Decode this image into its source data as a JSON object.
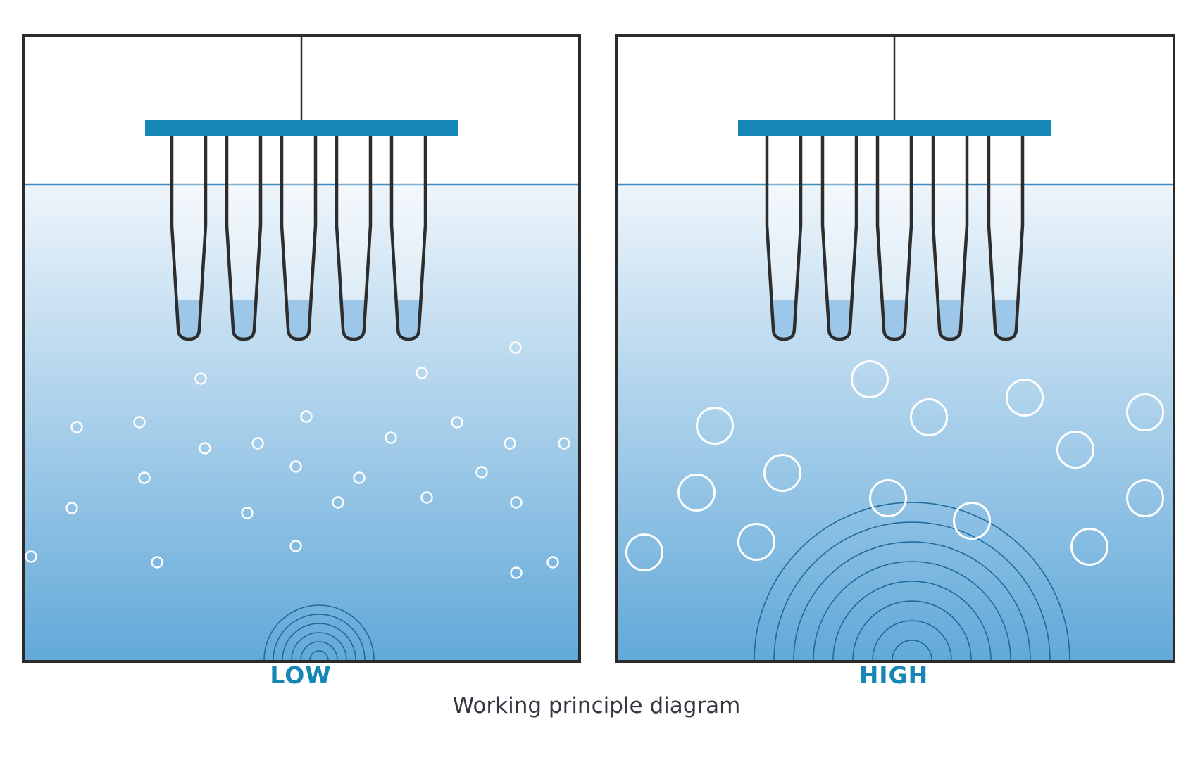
{
  "colors": {
    "frame": "#2b2b2b",
    "rack": "#1686b5",
    "water_top": "#eef5fb",
    "water_bottom": "#62a9d9",
    "tube_liquid": "#9cc7e8",
    "tube_outline": "#2d2d2d",
    "bubble": "#ffffff",
    "wave": "#1e6a9c",
    "label": "#1686b5"
  },
  "panels": [
    {
      "id": "low",
      "label": "LOW",
      "tube_count": 5,
      "bubble_size": "small",
      "wave_ring_count": 6
    },
    {
      "id": "high",
      "label": "HIGH",
      "tube_count": 5,
      "bubble_size": "large",
      "wave_ring_count": 8
    }
  ],
  "caption": "Working principle diagram"
}
